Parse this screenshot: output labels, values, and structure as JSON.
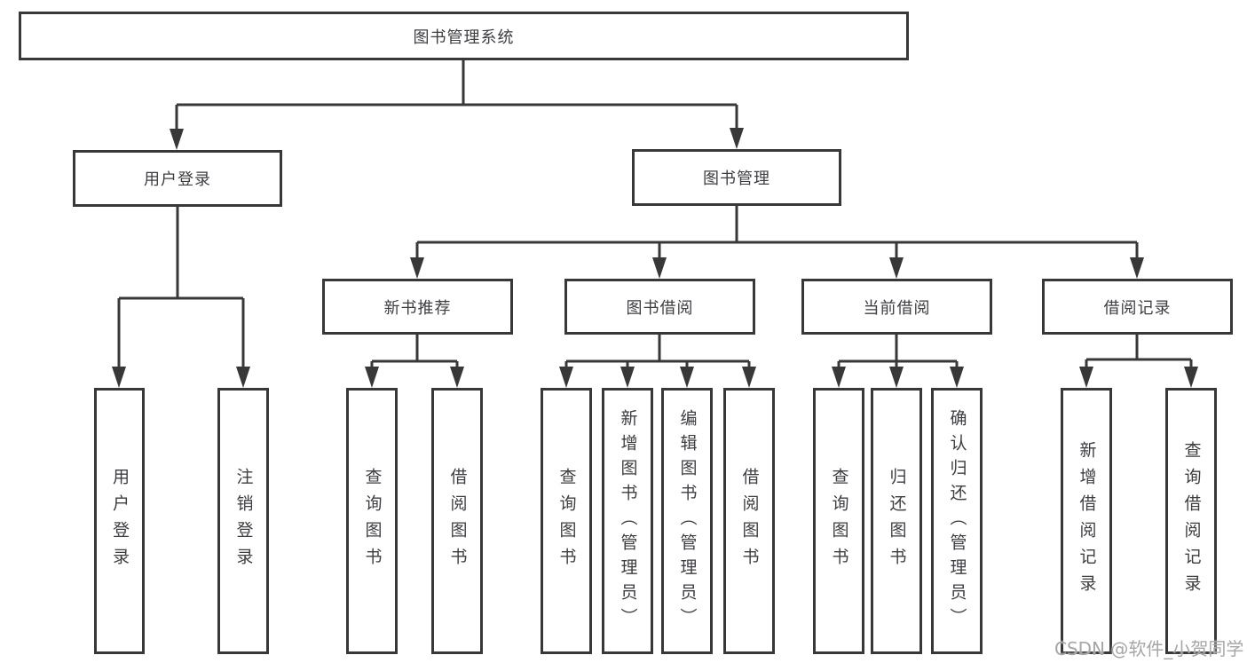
{
  "nodes": {
    "root": "图书管理系统",
    "user_login": "用户登录",
    "book_management": "图书管理",
    "new_book_recommend": "新书推荐",
    "book_borrow": "图书借阅",
    "current_borrow": "当前借阅",
    "borrow_record": "借阅记录"
  },
  "leaves": {
    "user_login": "用户登录",
    "logout": "注销登录",
    "query_book_1": "查询图书",
    "borrow_book_1": "借阅图书",
    "query_book_2": "查询图书",
    "add_book_admin": "新增图书（管理员）",
    "edit_book_admin": "编辑图书（管理员）",
    "borrow_book_2": "借阅图书",
    "query_book_3": "查询图书",
    "return_book": "归还图书",
    "confirm_return_admin": "确认归还（管理员）",
    "add_borrow_record": "新增借阅记录",
    "query_borrow_record": "查询借阅记录"
  },
  "watermark": {
    "text": "CSDN @软件_小贺同学"
  },
  "colors": {
    "line": "#383838",
    "box_border": "#383838",
    "text": "#3d3d42",
    "watermark": "#a6a6a6",
    "background": "#ffffff"
  }
}
